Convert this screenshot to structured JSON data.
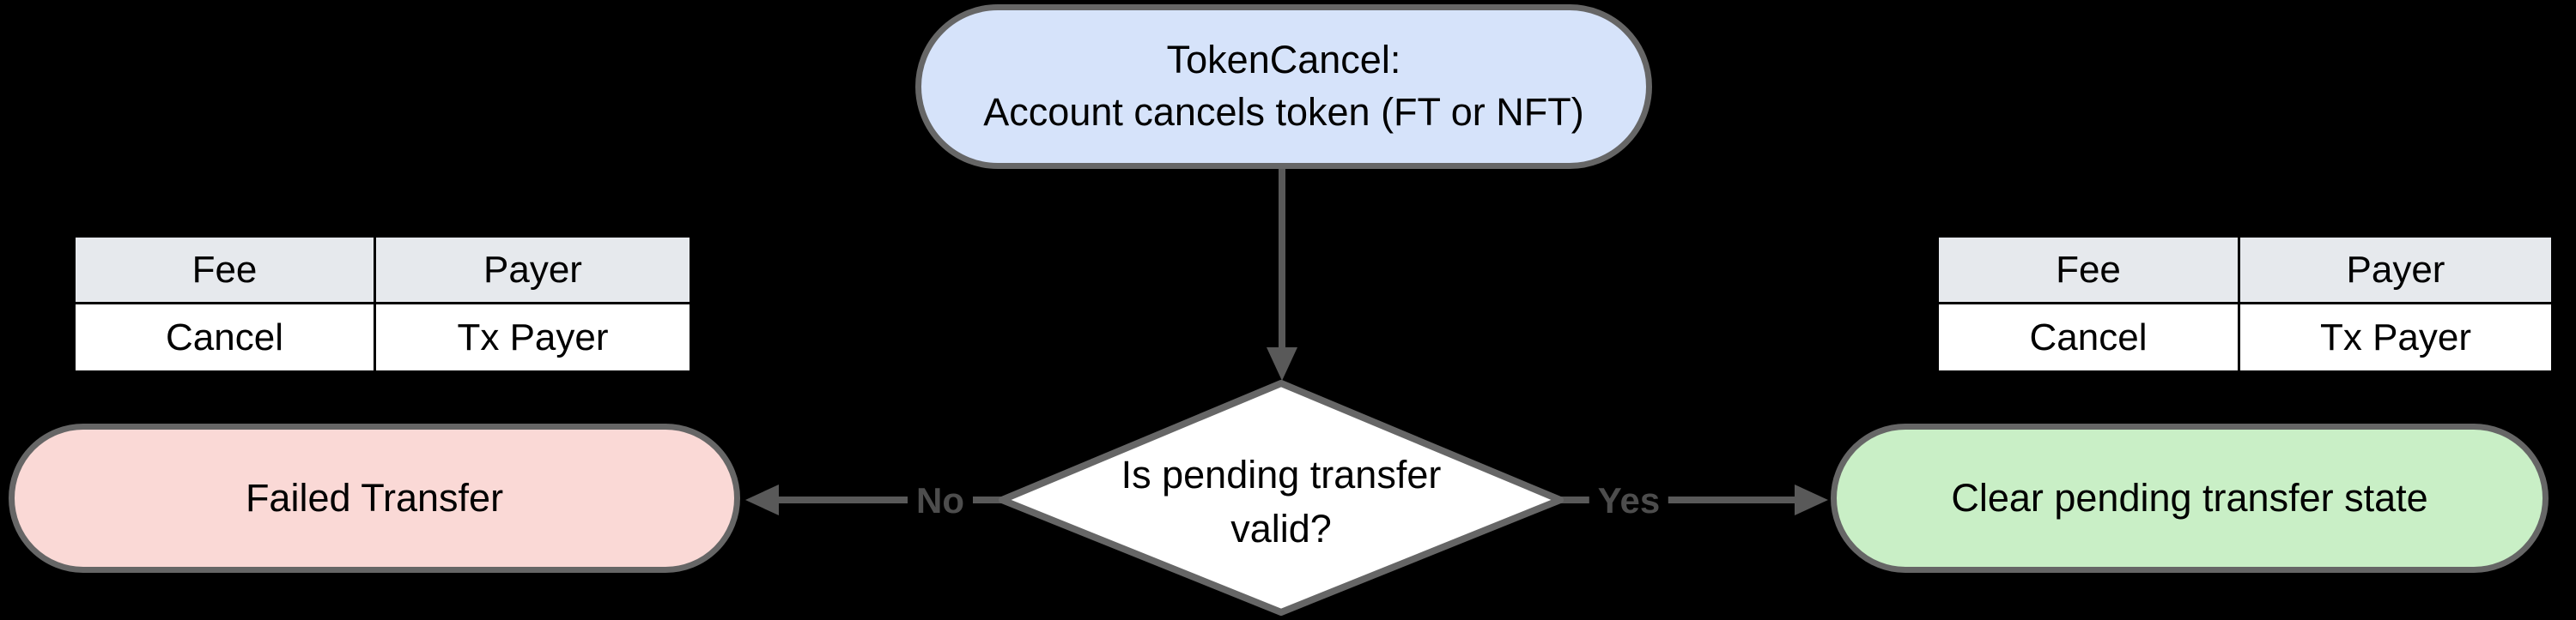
{
  "diagram": {
    "background_color": "#000000",
    "node_border_color": "#666666",
    "arrow_color": "#595959",
    "edge_label_color": "#4D4D4D",
    "start_node": {
      "line1": "TokenCancel:",
      "line2": "Account cancels token (FT or NFT)",
      "fill": "#D6E3FA"
    },
    "decision_node": {
      "line1": "Is pending transfer",
      "line2": "valid?",
      "fill": "#FFFFFF"
    },
    "failed_node": {
      "label": "Failed Transfer",
      "fill": "#FAD9D6"
    },
    "clear_node": {
      "label": "Clear pending transfer state",
      "fill": "#C9EFC6"
    },
    "edges": {
      "no_label": "No",
      "yes_label": "Yes"
    },
    "left_table": {
      "header_fill": "#E6E9ED",
      "headers": [
        "Fee",
        "Payer"
      ],
      "rows": [
        [
          "Cancel",
          "Tx Payer"
        ]
      ]
    },
    "right_table": {
      "header_fill": "#E6E9ED",
      "headers": [
        "Fee",
        "Payer"
      ],
      "rows": [
        [
          "Cancel",
          "Tx Payer"
        ]
      ]
    }
  }
}
